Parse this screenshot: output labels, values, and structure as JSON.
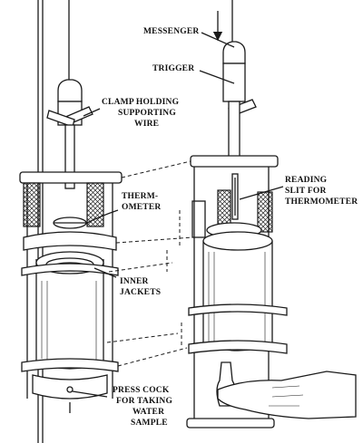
{
  "labels": {
    "messenger": "MESSENGER",
    "trigger": "TRIGGER",
    "clamp_line1": "CLAMP HOLDING",
    "clamp_line2": "SUPPORTING",
    "clamp_line3": "WIRE",
    "thermometer_line1": "THERM-",
    "thermometer_line2": "OMETER",
    "reading_line1": "READING",
    "reading_line2": "SLIT FOR",
    "reading_line3": "THERMOMETER",
    "inner_line1": "INNER",
    "inner_line2": "JACKETS",
    "press_line1": "PRESS COCK",
    "press_line2": "FOR TAKING",
    "press_line3": "WATER",
    "press_line4": "SAMPLE"
  },
  "colors": {
    "ink": "#1a1a1a",
    "paper": "#ffffff"
  }
}
